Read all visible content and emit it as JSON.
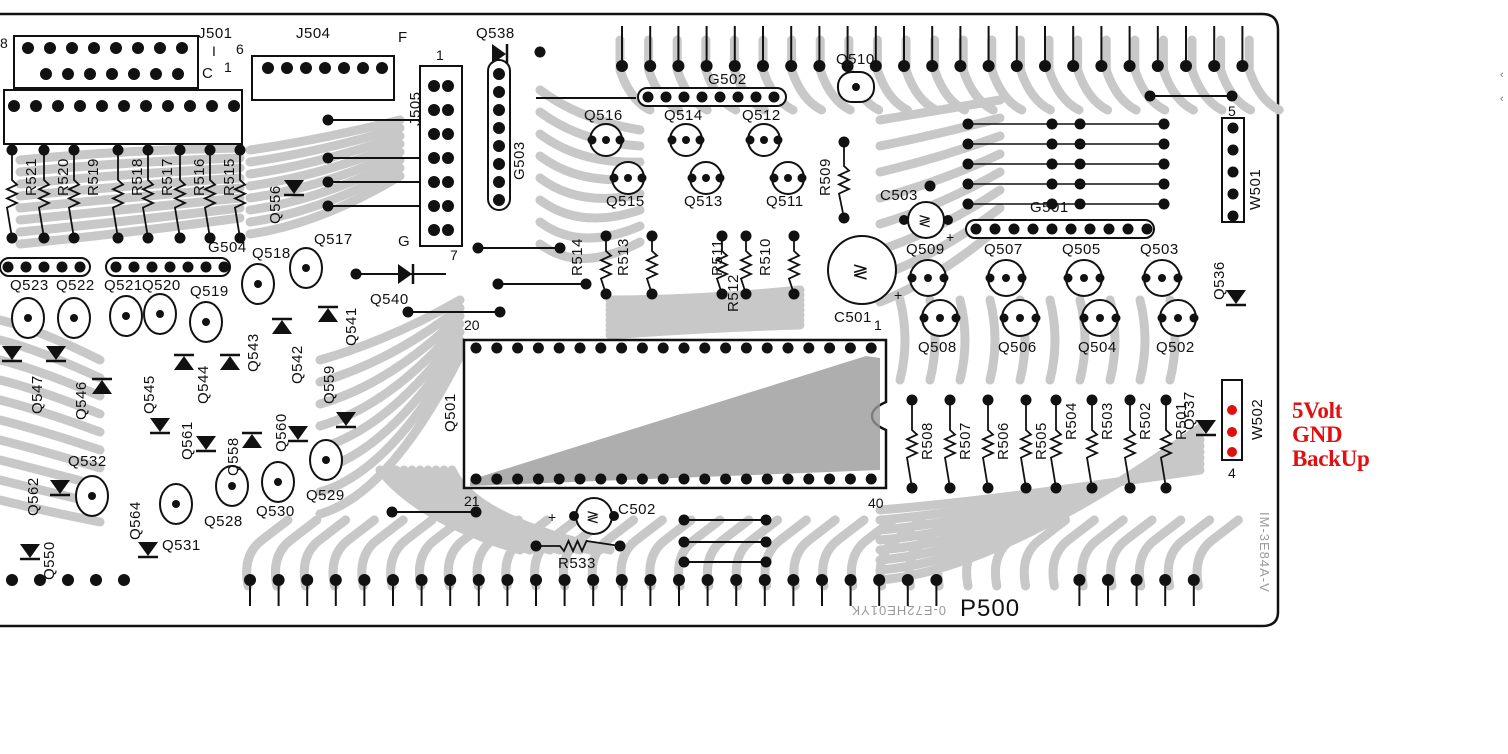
{
  "board": {
    "name": "P500",
    "silk_part_number": "0-E72HE01YK",
    "silk_side_code": "IM-3E84A-V"
  },
  "components": {
    "connectors": [
      "J501",
      "J504",
      "J505"
    ],
    "jumpers": [
      "W501",
      "W502"
    ],
    "ics": [
      "Q501"
    ],
    "arrays": [
      "G501",
      "G502",
      "G503",
      "G504"
    ],
    "capacitors": [
      "C501",
      "C502",
      "C503"
    ],
    "transistors_top": [
      "Q516",
      "Q514",
      "Q512",
      "Q515",
      "Q513",
      "Q511",
      "Q510"
    ],
    "transistors_right": [
      "Q509",
      "Q507",
      "Q505",
      "Q503",
      "Q508",
      "Q506",
      "Q504",
      "Q502"
    ],
    "transistors_left": [
      "Q523",
      "Q522",
      "Q521",
      "Q520",
      "Q519",
      "Q518",
      "Q517",
      "Q532",
      "Q531",
      "Q528",
      "Q530",
      "Q529"
    ],
    "diodes": [
      "Q538",
      "Q540",
      "Q541",
      "Q536",
      "Q537",
      "Q556",
      "Q547",
      "Q546",
      "Q545",
      "Q544",
      "Q543",
      "Q542",
      "Q559",
      "Q561",
      "Q558",
      "Q560",
      "Q562",
      "Q564",
      "Q550"
    ],
    "resistors_left": [
      "R521",
      "R520",
      "R519",
      "R518",
      "R517",
      "R516",
      "R515"
    ],
    "resistors_mid": [
      "R514",
      "R513",
      "R512",
      "R511",
      "R510",
      "R509"
    ],
    "resistors_right": [
      "R508",
      "R507",
      "R506",
      "R505",
      "R504",
      "R503",
      "R502",
      "R501"
    ],
    "resistor_bottom": "R533"
  },
  "pin_labels": {
    "ic_pin1": "1",
    "ic_pin20": "20",
    "ic_pin21": "21",
    "ic_pin40": "40",
    "j505_pin1": "1",
    "j505_pin7": "7",
    "j505_g": "G",
    "j505_f": "F",
    "j501_pin8": "8",
    "j501_pin6": "6",
    "j501_i": "I",
    "j501_c": "C",
    "j501_pin1": "1",
    "w501_pin5": "5",
    "w502_pin4": "4",
    "plus": "+"
  },
  "annotations": {
    "line1": "5Volt",
    "line2": "GND",
    "line3": "BackUp",
    "color": "#e01010"
  },
  "palette": {
    "trace": "#c4c4c4",
    "ink": "#111111",
    "highlight": "#e01010"
  }
}
